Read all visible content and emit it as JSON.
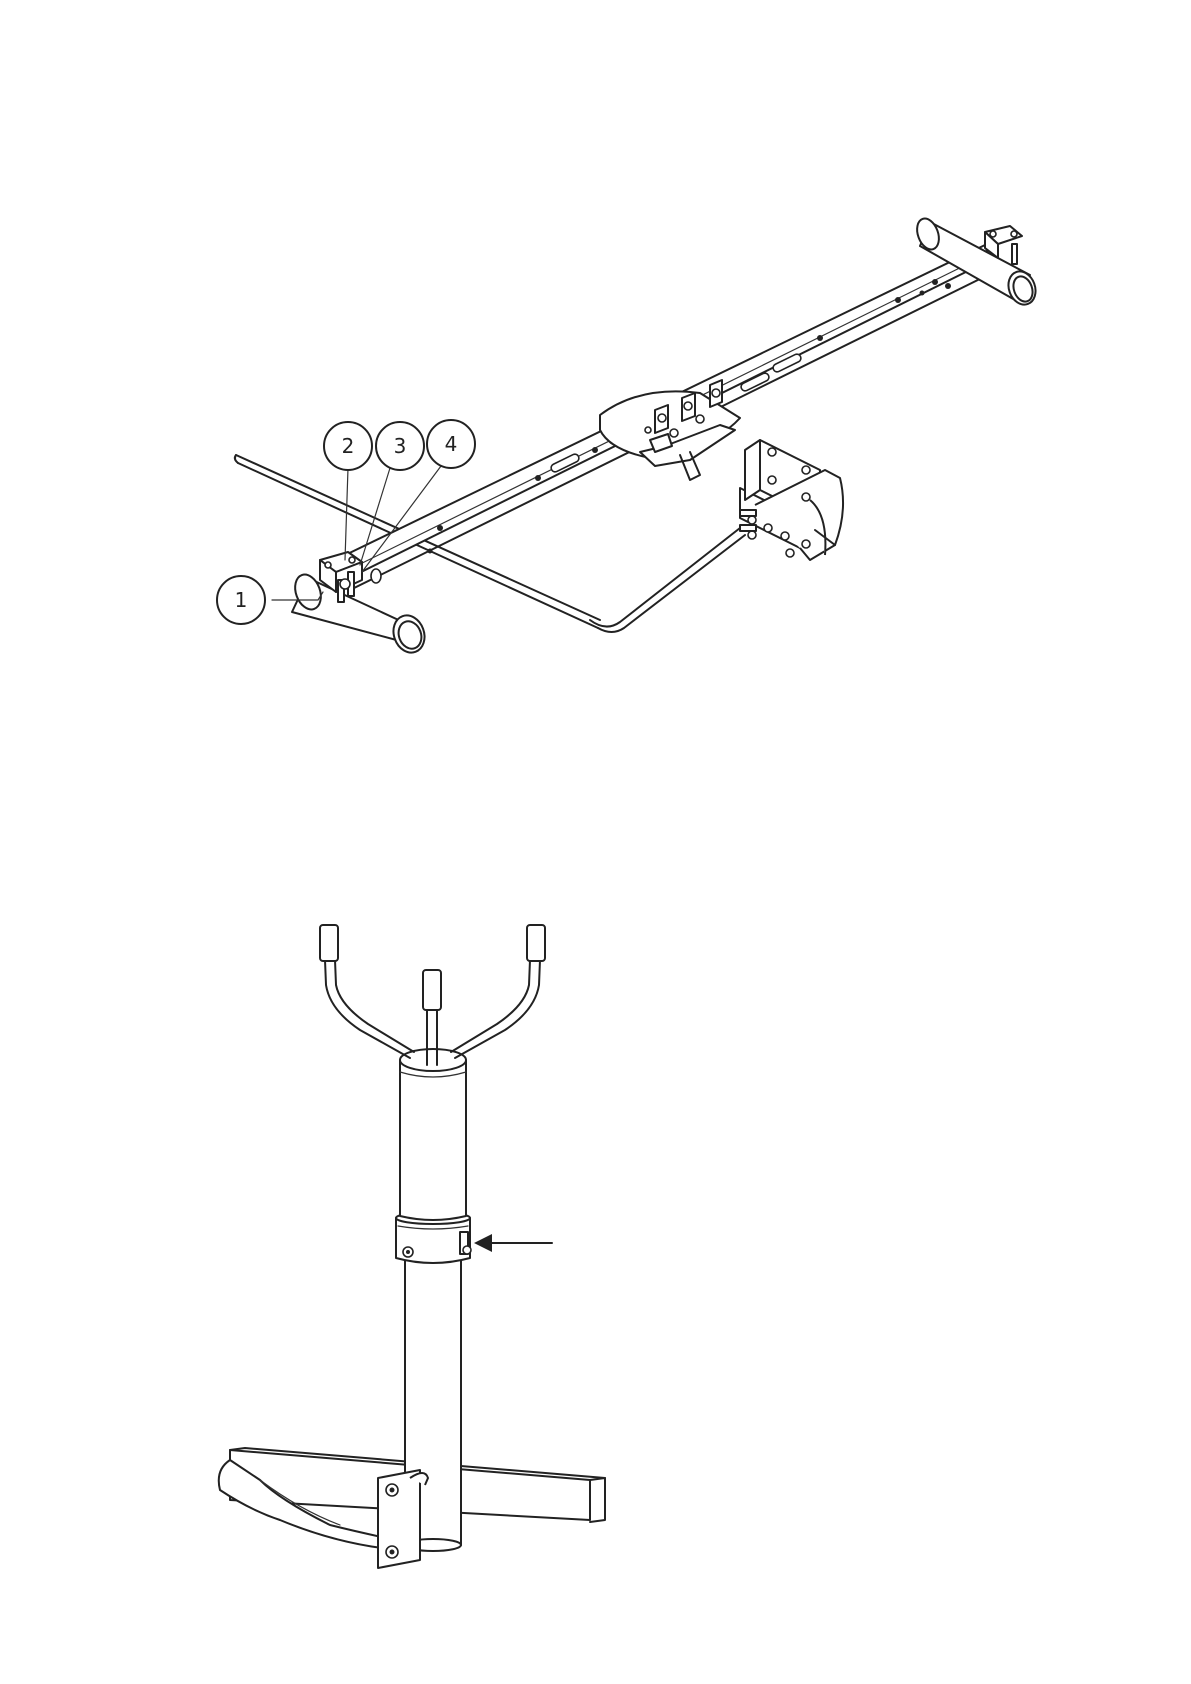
{
  "callouts": [
    {
      "label": "1"
    },
    {
      "label": "2"
    },
    {
      "label": "3"
    },
    {
      "label": "4"
    }
  ],
  "figures": {
    "top": {
      "icon": "crossarm-mount-assembly-icon"
    },
    "bottom": {
      "icon": "anemometer-on-pole-icon"
    }
  }
}
